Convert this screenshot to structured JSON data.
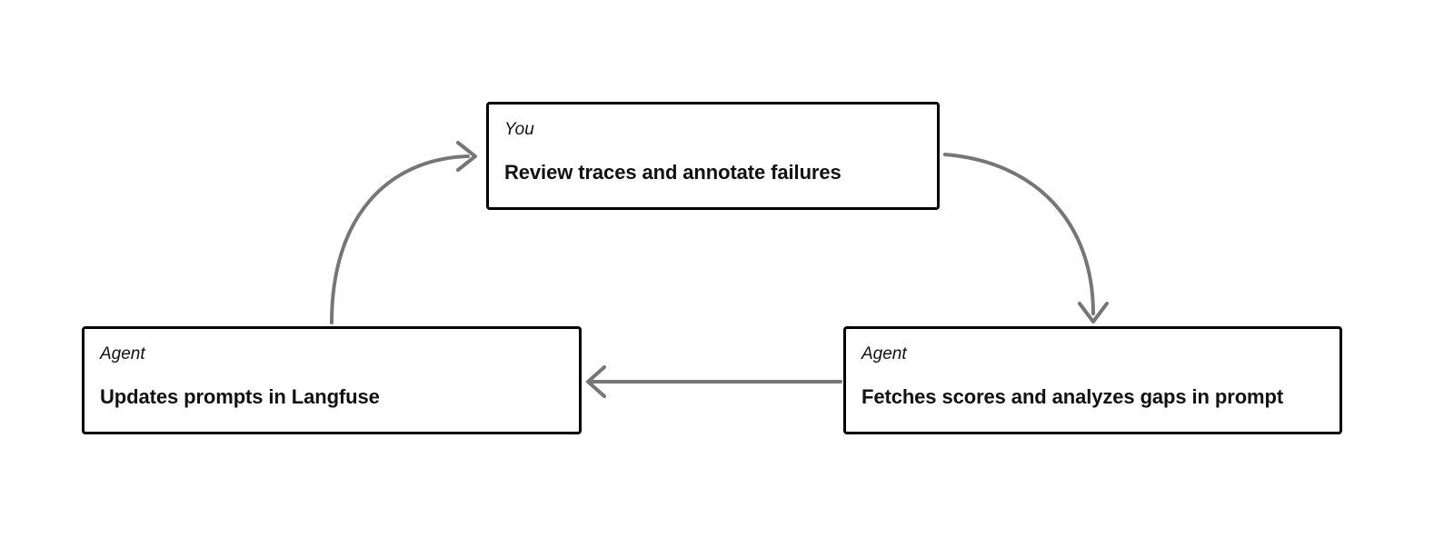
{
  "diagram": {
    "type": "cycle-flowchart",
    "background_color": "#ffffff",
    "node_border_color": "#000000",
    "node_fill_color": "#ffffff",
    "text_color": "#111111",
    "arrow_color": "#767676",
    "nodes": [
      {
        "id": "you-review",
        "role": "You",
        "action": "Review traces and annotate failures"
      },
      {
        "id": "agent-update",
        "role": "Agent",
        "action": "Updates prompts in Langfuse"
      },
      {
        "id": "agent-fetch",
        "role": "Agent",
        "action": "Fetches scores and analyzes gaps in prompt"
      }
    ],
    "edges": [
      {
        "id": "edge-update-to-you",
        "from": "agent-update",
        "to": "you-review",
        "style": "curved",
        "arrowhead": "open-chevron"
      },
      {
        "id": "edge-you-to-fetch",
        "from": "you-review",
        "to": "agent-fetch",
        "style": "curved",
        "arrowhead": "open-chevron"
      },
      {
        "id": "edge-fetch-to-update",
        "from": "agent-fetch",
        "to": "agent-update",
        "style": "straight",
        "arrowhead": "open-chevron"
      }
    ]
  }
}
